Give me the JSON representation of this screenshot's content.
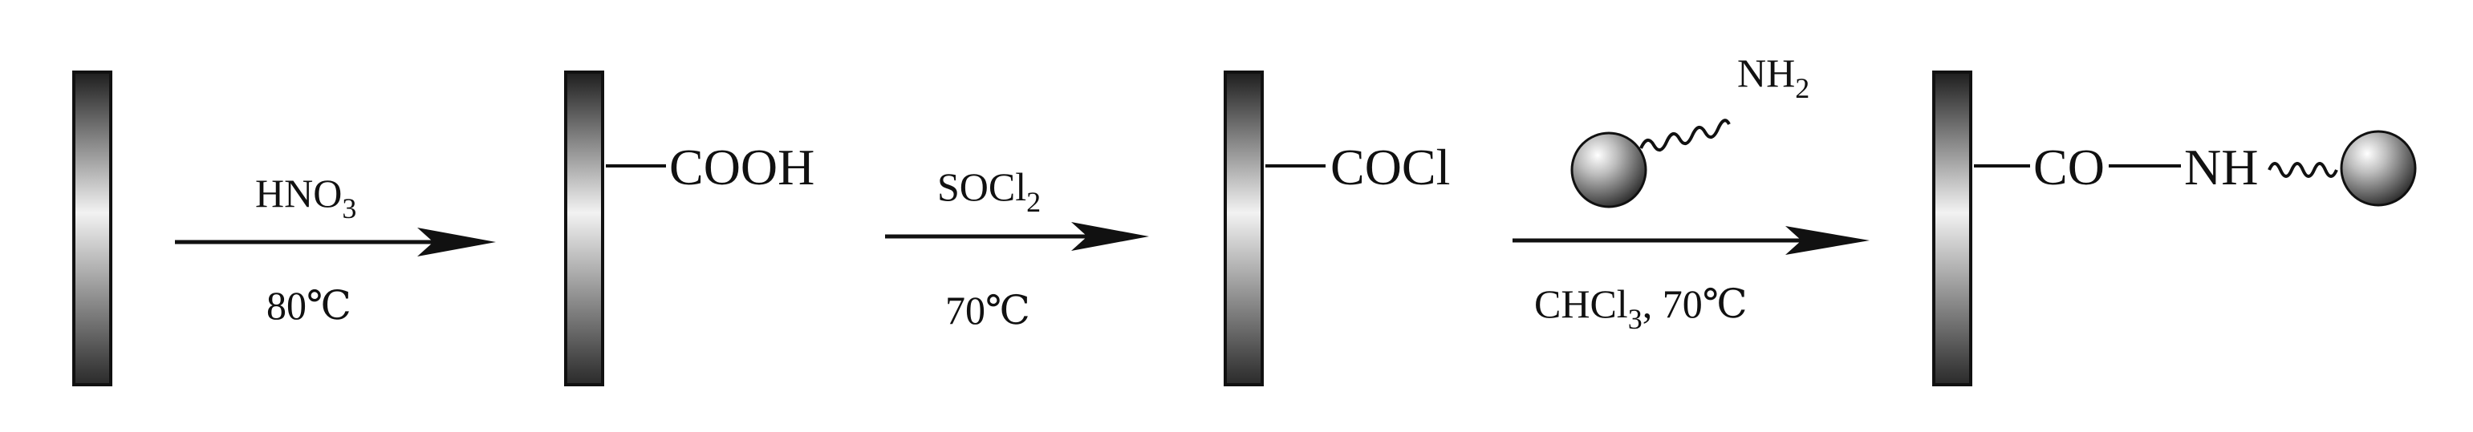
{
  "reaction_steps": [
    {
      "reagent_main": "HNO",
      "reagent_sub": "3",
      "reagent_tail": "",
      "condition": "80℃"
    },
    {
      "reagent_main": "SOCl",
      "reagent_sub": "2",
      "reagent_tail": "",
      "condition": "70℃"
    },
    {
      "reagent_main": "NH",
      "reagent_sub": "2",
      "reagent_tail": "",
      "condition_main": "CHCl",
      "condition_sub": "3",
      "condition_tail": ", 70℃"
    }
  ],
  "intermediates": [
    {
      "group": "COOH"
    },
    {
      "group": "COCl"
    },
    {
      "group_a": "CO",
      "group_b": "NH"
    }
  ],
  "colors": {
    "line": "#111111",
    "text": "#111111",
    "plate_dark": "#2a2a2a",
    "plate_light": "#e6e6e6",
    "bead_light": "#ffffff",
    "bead_dark": "#2b2b2b"
  },
  "icons": [
    "substrate-plate-icon",
    "reaction-arrow-icon",
    "bead-icon",
    "wavy-linker-icon"
  ]
}
